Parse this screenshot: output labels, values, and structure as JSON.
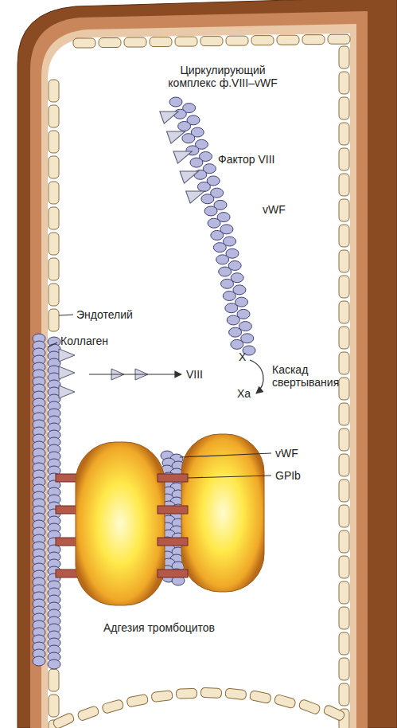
{
  "diagram": {
    "labels": [
      "Циркулирующий комплекс ф.VIII–vWF",
      "Фактор VIII",
      "vWF",
      "Эндотелий",
      "Коллаген",
      "VIII",
      "X",
      "Каскад свертывания",
      "Xa",
      "vWF",
      "GPIb",
      "Адгезия тромбоцитов"
    ]
  }
}
